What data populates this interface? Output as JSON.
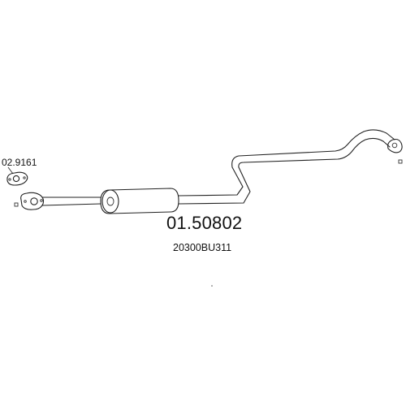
{
  "labels": {
    "part_number": "01.50802",
    "oe_number": "20300BU311",
    "gasket_number": "02.9161"
  },
  "colors": {
    "line": "#222222",
    "text": "#111111",
    "background": "#ffffff"
  },
  "icons": {
    "gasket": "flange-gasket-icon",
    "pipe_end_marker": "square-marker-icon"
  }
}
